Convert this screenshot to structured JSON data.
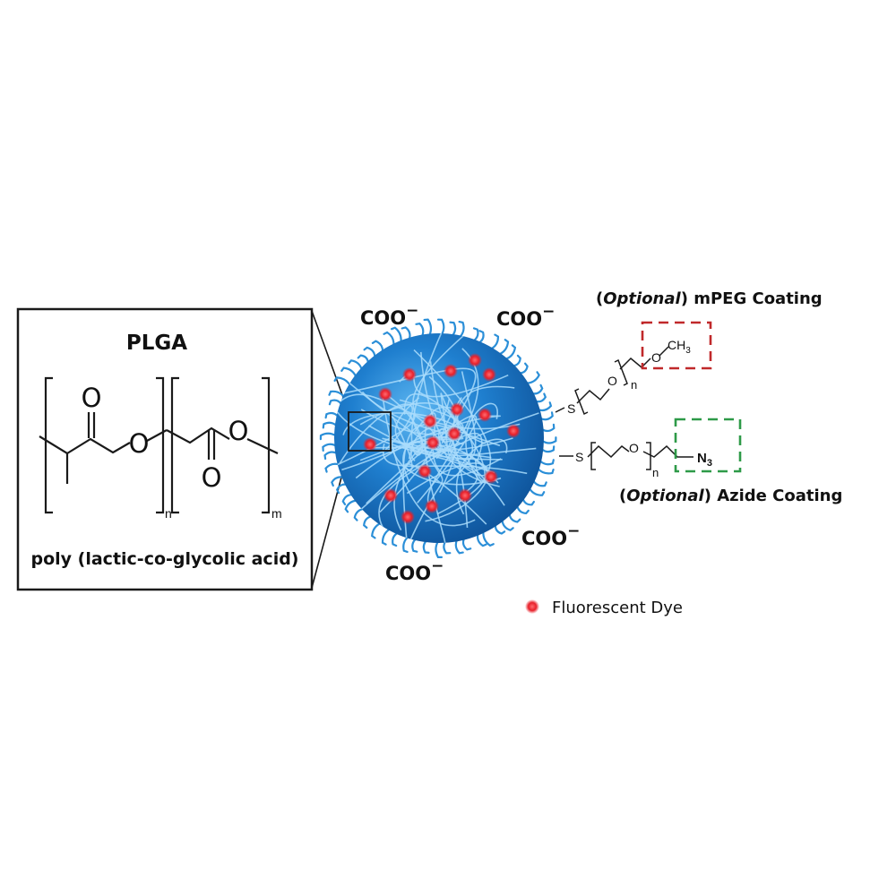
{
  "plga_box": {
    "title": "PLGA",
    "subtitle": "poly (lactic-co-glycolic acid)",
    "atoms": {
      "o_carbonyl_1": "O",
      "o_ester_1": "O",
      "o_ester_2": "O",
      "o_carbonyl_2": "O"
    },
    "sub_n": "n",
    "sub_m": "m"
  },
  "surface_labels": {
    "coo": [
      "COO",
      "COO",
      "COO",
      "COO"
    ],
    "charge": "−"
  },
  "mpeg": {
    "caption_open": "(",
    "caption_italic": "Optional",
    "caption_rest": ") mPEG Coating",
    "atom_s": "S",
    "atom_o1": "O",
    "atom_o2": "O",
    "sub_n": "n",
    "ch3": "CH",
    "ch3_sub": "3",
    "box_color": "#c0292b"
  },
  "azide": {
    "caption_open": "(",
    "caption_italic": "Optional",
    "caption_rest": ") Azide Coating",
    "atom_s": "S",
    "atom_o": "O",
    "sub_n": "n",
    "n3": "N",
    "n3_sub": "3",
    "box_color": "#2e9a48"
  },
  "legend": {
    "label": "Fluorescent Dye",
    "dot_color": "#e8202a"
  },
  "particle": {
    "core_color": "#1f7fcf",
    "hair_color": "#2b8fd8"
  }
}
